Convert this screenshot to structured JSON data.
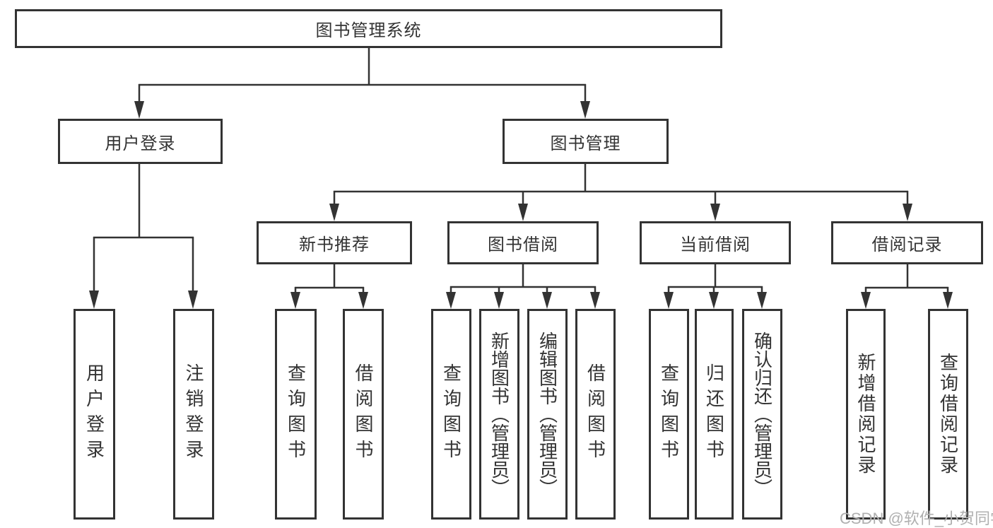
{
  "watermark": "CSDN @软件_小贺同学",
  "colors": {
    "line": "#333333",
    "box_border": "#333333",
    "text": "#333333",
    "watermark_gray": "#b0b0b0",
    "background": "#ffffff"
  },
  "diagram": {
    "root": {
      "label": "图书管理系统"
    },
    "branches": [
      {
        "label": "用户登录",
        "children": [
          {
            "label": "用户登录"
          },
          {
            "label": "注销登录"
          }
        ]
      },
      {
        "label": "图书管理",
        "children": [
          {
            "label": "新书推荐",
            "children": [
              {
                "label": "查询图书"
              },
              {
                "label": "借阅图书"
              }
            ]
          },
          {
            "label": "图书借阅",
            "children": [
              {
                "label": "查询图书"
              },
              {
                "label": "新增图书（管理员）"
              },
              {
                "label": "编辑图书（管理员）"
              },
              {
                "label": "借阅图书"
              }
            ]
          },
          {
            "label": "当前借阅",
            "children": [
              {
                "label": "查询图书"
              },
              {
                "label": "归还图书"
              },
              {
                "label": "确认归还（管理员）"
              }
            ]
          },
          {
            "label": "借阅记录",
            "children": [
              {
                "label": "新增借阅记录"
              },
              {
                "label": "查询借阅记录"
              }
            ]
          }
        ]
      }
    ]
  }
}
